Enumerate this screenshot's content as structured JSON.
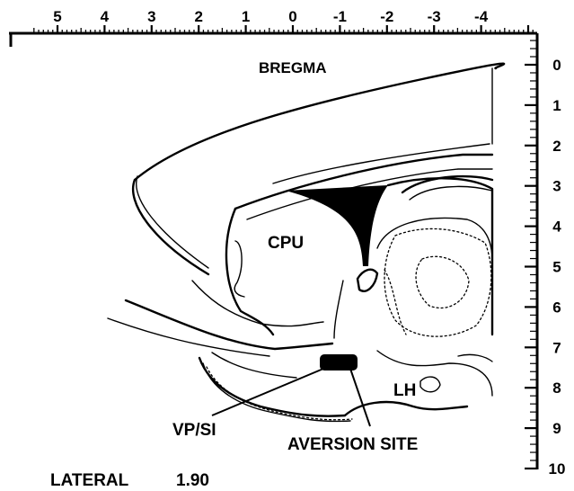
{
  "ruler": {
    "top_labels": [
      "5",
      "4",
      "3",
      "2",
      "1",
      "0",
      "-1",
      "-2",
      "-3",
      "-4"
    ],
    "right_labels": [
      "0",
      "1",
      "2",
      "3",
      "4",
      "5",
      "6",
      "7",
      "8",
      "9",
      "10"
    ]
  },
  "labels": {
    "bregma": "BREGMA",
    "cpu": "CPU",
    "lh": "LH",
    "vp_si": "VP/SI",
    "aversion_site": "AVERSION SITE"
  },
  "caption": {
    "lateral_label": "LATERAL",
    "lateral_value": "1.90"
  }
}
